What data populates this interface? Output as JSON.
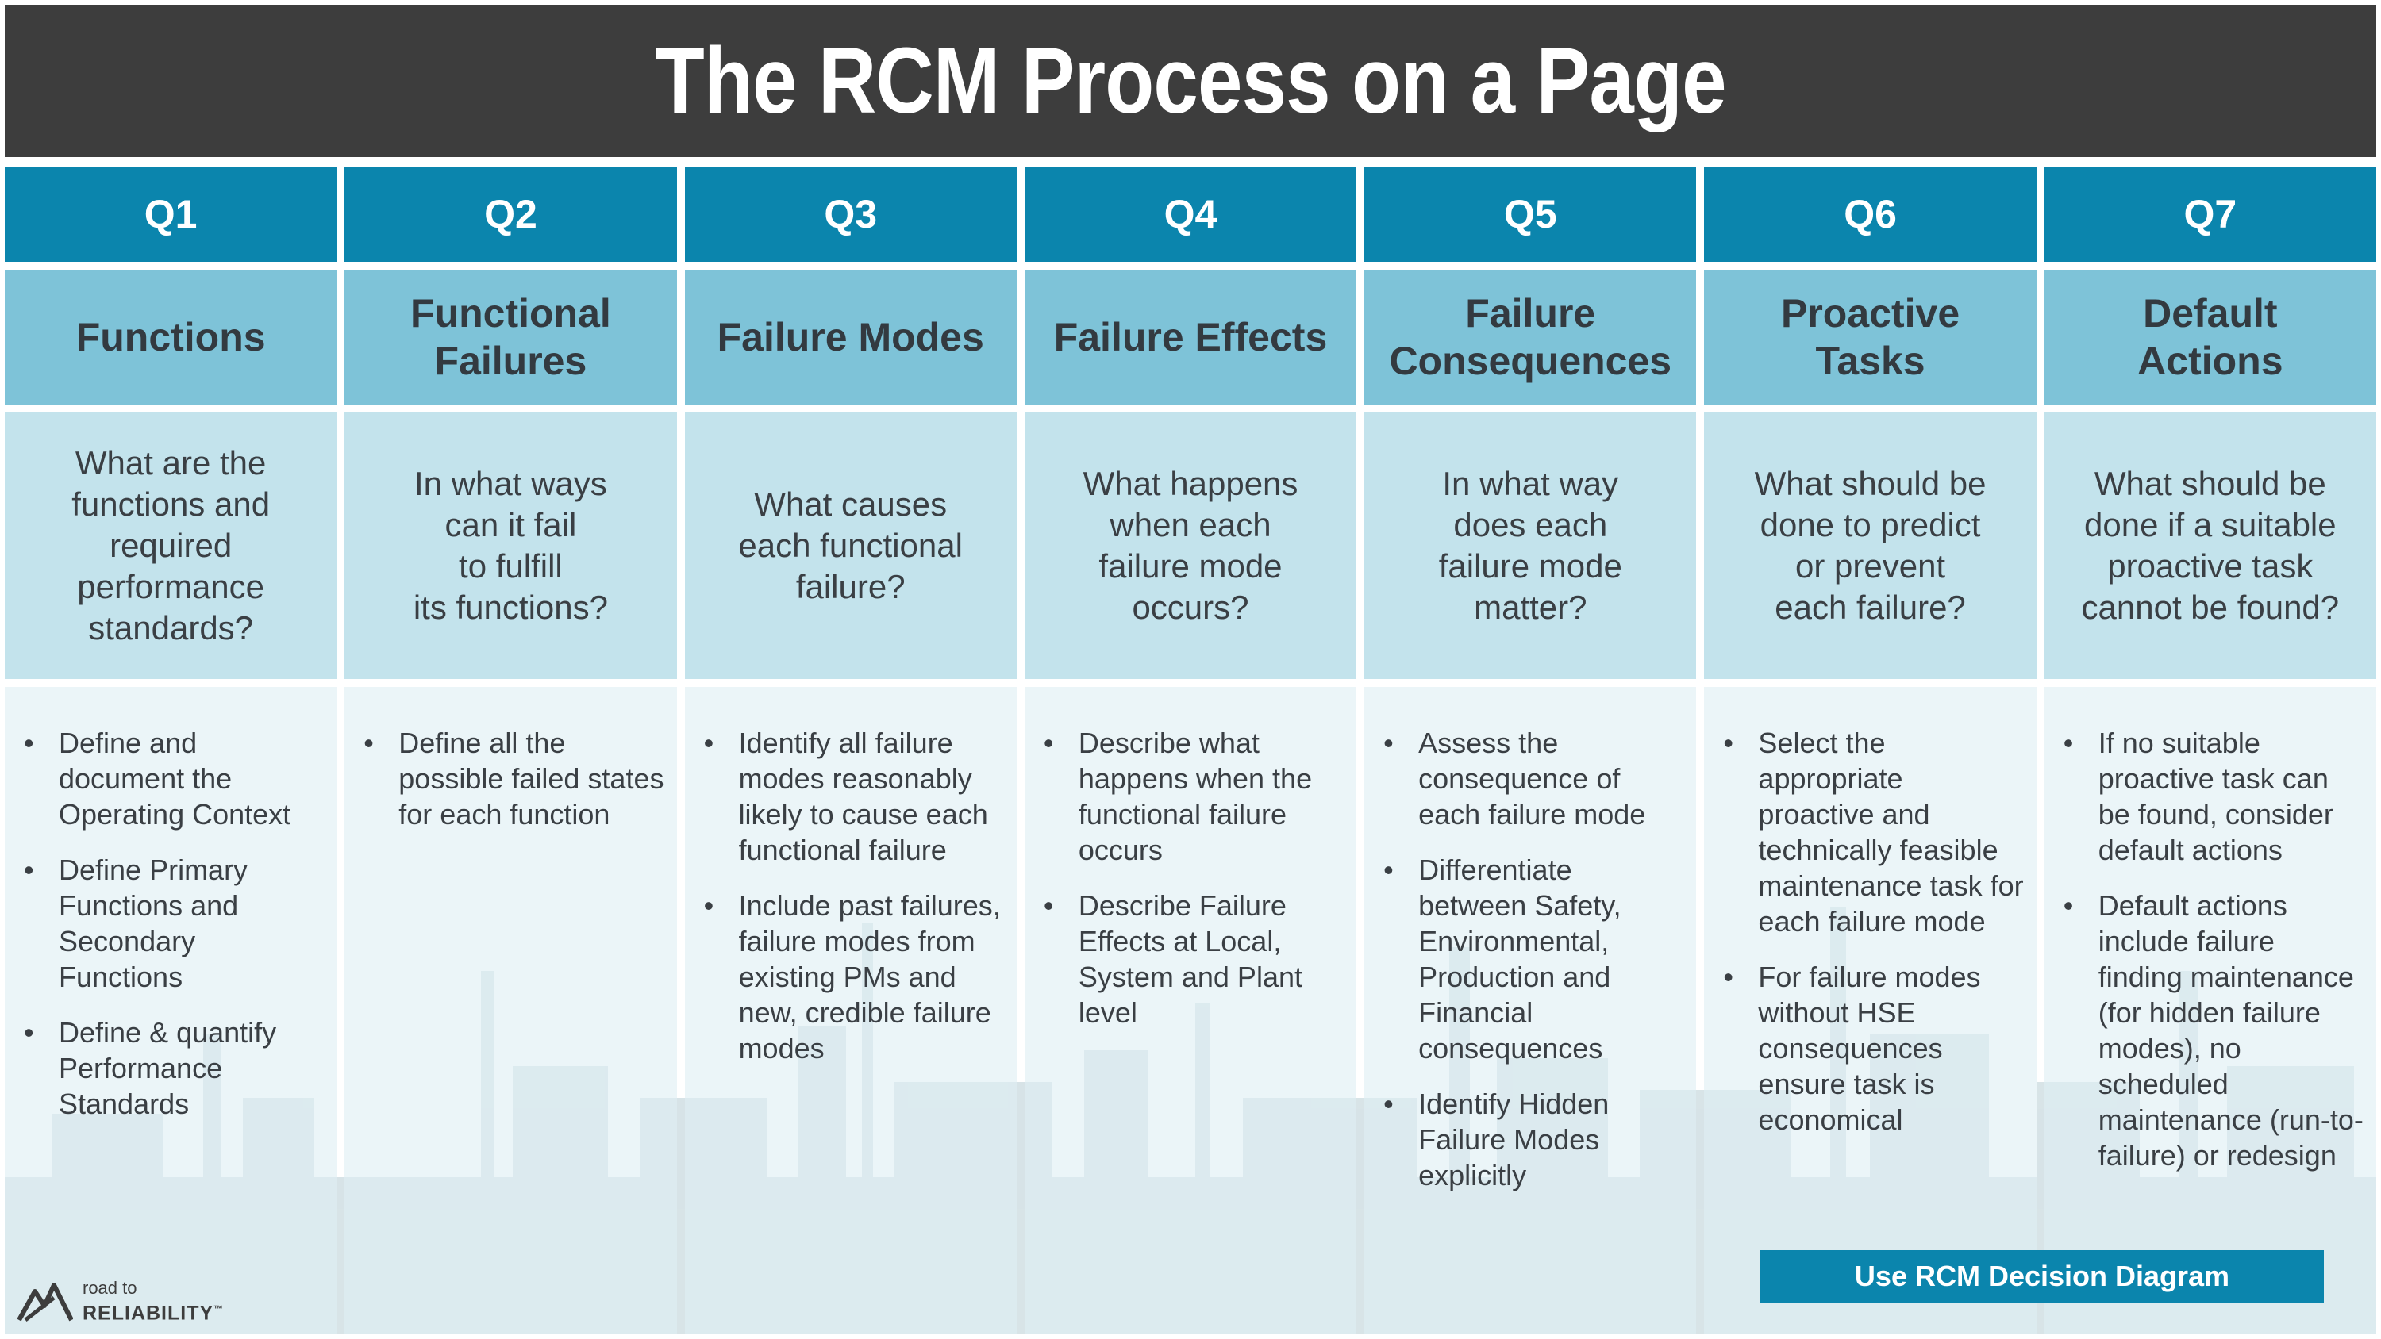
{
  "title": "The RCM Process on a Page",
  "columns": [
    {
      "q": "Q1",
      "name": "Functions",
      "question": "What are the\nfunctions and\nrequired performance\nstandards?",
      "bullets": [
        "Define and document the Operating Context",
        "Define Primary Functions and Secondary Functions",
        "Define & quantify Performance Standards"
      ]
    },
    {
      "q": "Q2",
      "name": "Functional Failures",
      "question": "In what ways\ncan it fail\nto fulfill\nits functions?",
      "bullets": [
        "Define all the possible failed states for each function"
      ]
    },
    {
      "q": "Q3",
      "name": "Failure Modes",
      "question": "What causes\neach functional\nfailure?",
      "bullets": [
        "Identify all failure modes reasonably likely to cause each functional failure",
        "Include past failures, failure modes from existing PMs and new, credible failure modes"
      ]
    },
    {
      "q": "Q4",
      "name": "Failure Effects",
      "question": "What happens\nwhen each\nfailure mode\noccurs?",
      "bullets": [
        "Describe what happens when the functional failure occurs",
        "Describe Failure Effects at Local, System and Plant level"
      ]
    },
    {
      "q": "Q5",
      "name": "Failure Consequences",
      "question": "In what way\ndoes each\nfailure mode\nmatter?",
      "bullets": [
        "Assess the consequence of each failure mode",
        "Differentiate between Safety, Environmental, Production and Financial consequences",
        "Identify Hidden Failure Modes explicitly"
      ]
    },
    {
      "q": "Q6",
      "name": "Proactive Tasks",
      "question": "What should be\ndone to predict\nor prevent\neach failure?",
      "bullets": [
        "Select the appropriate proactive and technically feasible maintenance task for each failure mode",
        "For failure modes without HSE consequences ensure task is economical"
      ]
    },
    {
      "q": "Q7",
      "name": "Default Actions",
      "question": "What should be\ndone if a suitable\nproactive task\ncannot be found?",
      "bullets": [
        "If no suitable proactive task can be found, consider default actions",
        "Default actions include failure finding maintenance (for hidden failure modes), no scheduled maintenance (run-to-failure) or redesign"
      ]
    }
  ],
  "decision_button": "Use RCM Decision Diagram",
  "logo": {
    "line1": "road to",
    "line2": "RELIABILITY",
    "mark": "™"
  },
  "colors": {
    "title_bg": "#3d3d3d",
    "q_header": "#0b85ad",
    "name_row": "#7ec3d8",
    "question_row": "#c3e3ec",
    "bullet_bg": "#deeff4",
    "button": "#0b85ad"
  }
}
